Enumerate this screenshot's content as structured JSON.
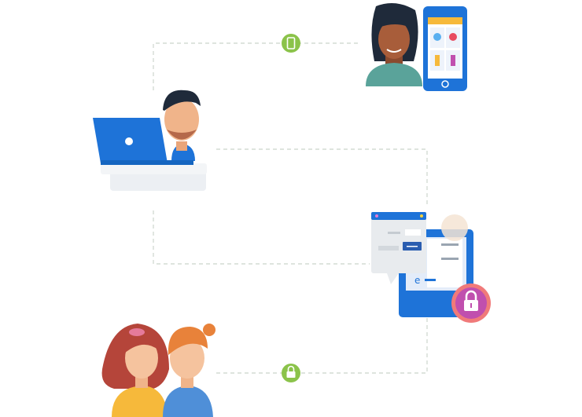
{
  "diagram": {
    "colors": {
      "connector": "#cfd8cf",
      "node": "#8bc34a",
      "primary_blue": "#1e73d8",
      "lock_badge": "#c04fae",
      "lock_ring": "#f07a7a"
    },
    "nodes": [
      {
        "id": "customer-mobile",
        "icon": "smartphone-icon"
      },
      {
        "id": "agent-laptop",
        "icon": "laptop-icon"
      },
      {
        "id": "secure-browser",
        "icon": "lock-icon"
      },
      {
        "id": "customers-group",
        "icon": "people-icon"
      }
    ],
    "connector_icons": [
      "smartphone-icon",
      "lock-icon"
    ]
  }
}
